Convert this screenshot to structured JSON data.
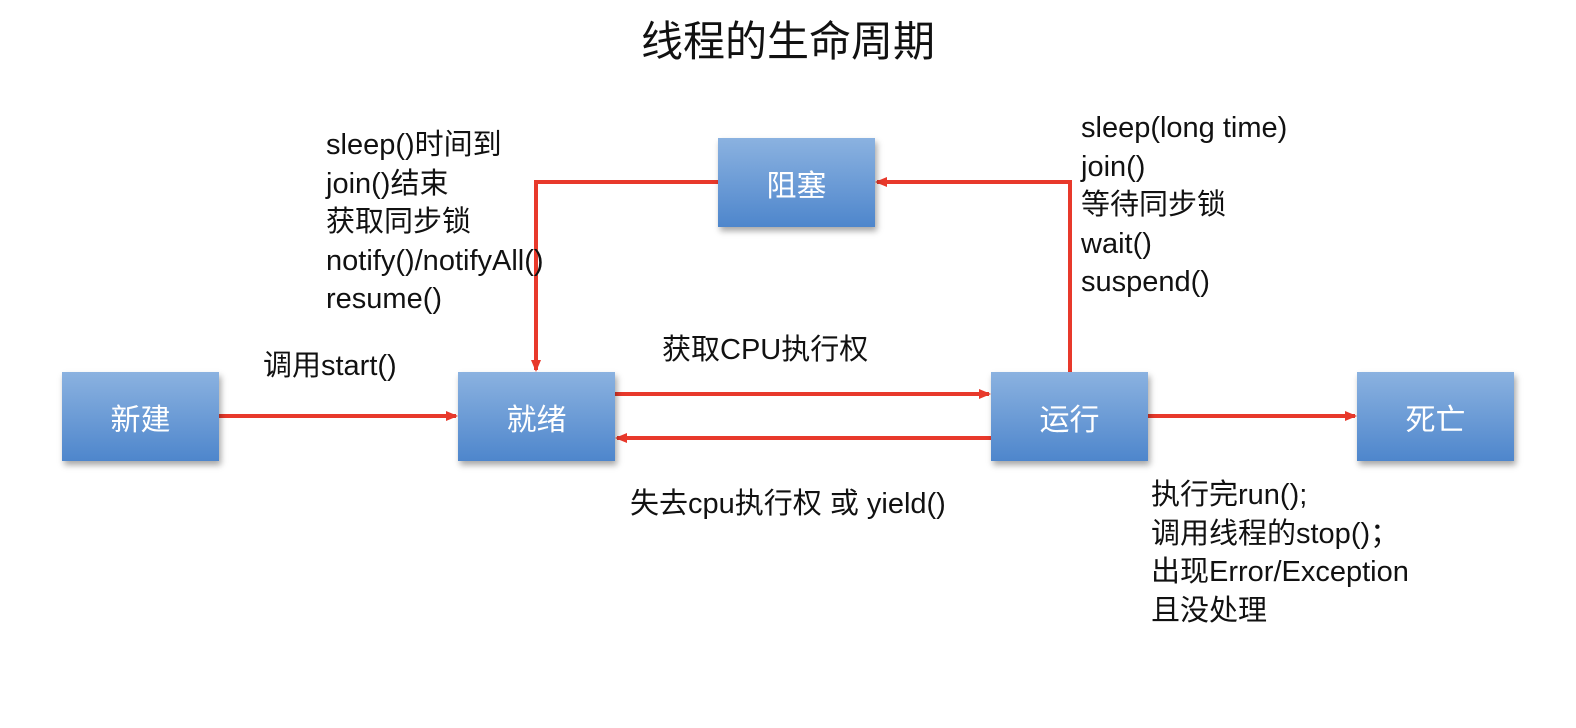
{
  "title": "线程的生命周期",
  "colors": {
    "arrow": "#e8392b",
    "node_top": "#8bb2e0",
    "node_bottom": "#4e86cc",
    "node_text": "#ffffff"
  },
  "nodes": {
    "new": "新建",
    "ready": "就绪",
    "running": "运行",
    "blocked": "阻塞",
    "dead": "死亡"
  },
  "edges": {
    "start": "调用start()",
    "get_cpu": "获取CPU执行权",
    "lose_cpu": "失去cpu执行权 或 yield()",
    "blocked_to_ready": [
      "sleep()时间到",
      "join()结束",
      "获取同步锁",
      "notify()/notifyAll()",
      "resume()"
    ],
    "running_to_blocked": [
      "sleep(long time)",
      "join()",
      "等待同步锁",
      "wait()",
      "suspend()"
    ],
    "terminate": [
      "执行完run();",
      "调用线程的stop()；",
      "出现Error/Exception",
      "且没处理"
    ]
  }
}
